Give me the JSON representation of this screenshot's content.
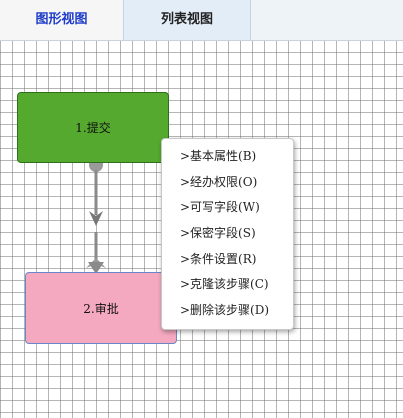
{
  "tabs": [
    {
      "label": "图形视图"
    },
    {
      "label": "列表视图"
    }
  ],
  "nodes": {
    "submit": {
      "label": "1.提交"
    },
    "approve": {
      "label": "2.审批"
    }
  },
  "context_menu": {
    "items": [
      {
        "label": ">基本属性(B)"
      },
      {
        "label": ">经办权限(O)"
      },
      {
        "label": ">可写字段(W)"
      },
      {
        "label": ">保密字段(S)"
      },
      {
        "label": ">条件设置(R)"
      },
      {
        "label": ">克隆该步骤(C)"
      },
      {
        "label": ">删除该步骤(D)"
      }
    ]
  },
  "colors": {
    "active_tab_text": "#1e3cc9",
    "node_submit_fill": "#55a92e",
    "node_approve_fill": "#f4a9c0",
    "connector": "#888888"
  }
}
